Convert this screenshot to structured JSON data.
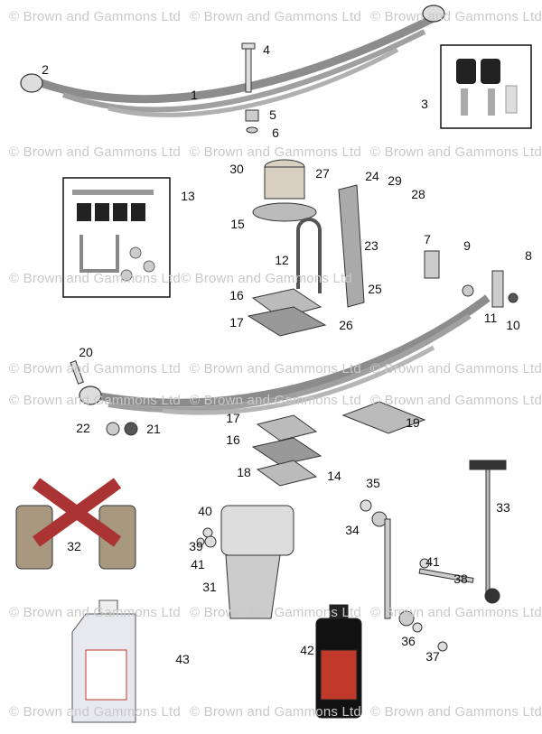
{
  "watermark": "© Brown and Gammons Ltd",
  "callouts": [
    "1",
    "2",
    "3",
    "4",
    "5",
    "6",
    "7",
    "8",
    "9",
    "10",
    "11",
    "12",
    "13",
    "14",
    "15",
    "16",
    "16",
    "17",
    "17",
    "18",
    "19",
    "20",
    "21",
    "22",
    "23",
    "24",
    "25",
    "26",
    "27",
    "28",
    "29",
    "30",
    "31",
    "32",
    "33",
    "34",
    "35",
    "36",
    "37",
    "38",
    "39",
    "40",
    "41",
    "41",
    "42",
    "43"
  ],
  "colors": {
    "part_gray": "#9a9a9a",
    "part_dark": "#333333",
    "bush_red": "#b33a3a",
    "bottle_red": "#c0392b"
  }
}
